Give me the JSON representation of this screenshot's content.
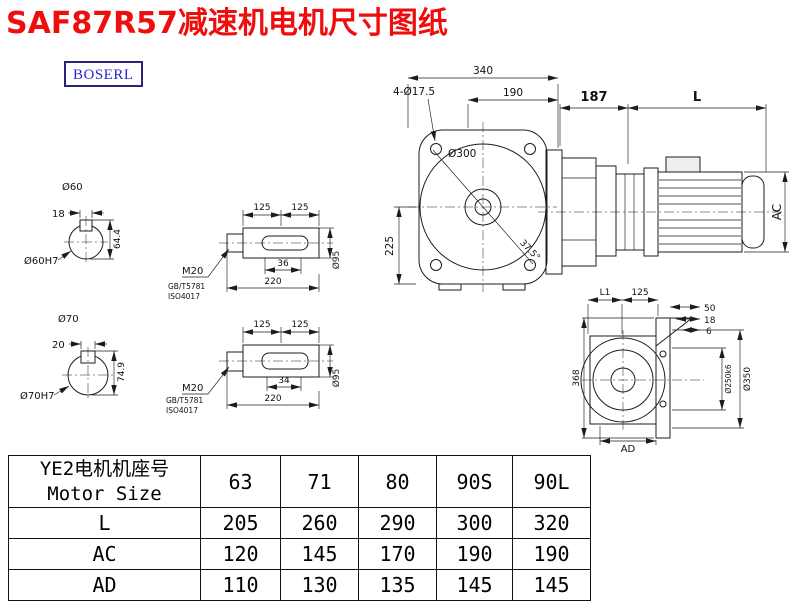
{
  "page": {
    "title": "SAF87R57减速机电机尺寸图纸",
    "brand": "BOSERL"
  },
  "front_view": {
    "dim_width": "340",
    "dim_flange": "190",
    "bolt_holes": "4-Ø17.5",
    "dia_flange": "Ø300",
    "dim_height": "225",
    "angle": "37.5°"
  },
  "side_view": {
    "dim_gearbox": "187",
    "dim_motor": "L",
    "dim_ac": "AC"
  },
  "rear_view": {
    "dim_l1": "L1",
    "dim_125": "125",
    "dim_50": "50",
    "dim_18": "18",
    "dim_6": "6",
    "dim_368": "368",
    "dia_shaft": "Ø250k6",
    "dia_flange": "Ø350",
    "dim_ad": "AD"
  },
  "shaft60": {
    "dia": "Ø60",
    "key_width": "18",
    "key_height": "64.4",
    "fit": "Ø60H7"
  },
  "shaft70": {
    "dia": "Ø70",
    "key_width": "20",
    "key_height": "74.9",
    "fit": "Ø70H7"
  },
  "shaft_top": {
    "dim_125a": "125",
    "dim_125b": "125",
    "thread": "M20",
    "std1": "GB/T5781",
    "std2": "ISO4017",
    "key_len": "36",
    "length": "220",
    "dia": "Ø95"
  },
  "shaft_bottom": {
    "dim_125a": "125",
    "dim_125b": "125",
    "thread": "M20",
    "std1": "GB/T5781",
    "std2": "ISO4017",
    "key_len": "34",
    "length": "220",
    "dia": "Ø95"
  },
  "table": {
    "header_cn": "YE2电机机座号",
    "header_en": "Motor Size",
    "sizes": [
      "63",
      "71",
      "80",
      "90S",
      "90L"
    ],
    "rows": [
      {
        "label": "L",
        "values": [
          "205",
          "260",
          "290",
          "300",
          "320"
        ]
      },
      {
        "label": "AC",
        "values": [
          "120",
          "145",
          "170",
          "190",
          "190"
        ]
      },
      {
        "label": "AD",
        "values": [
          "110",
          "130",
          "135",
          "145",
          "145"
        ]
      }
    ]
  }
}
